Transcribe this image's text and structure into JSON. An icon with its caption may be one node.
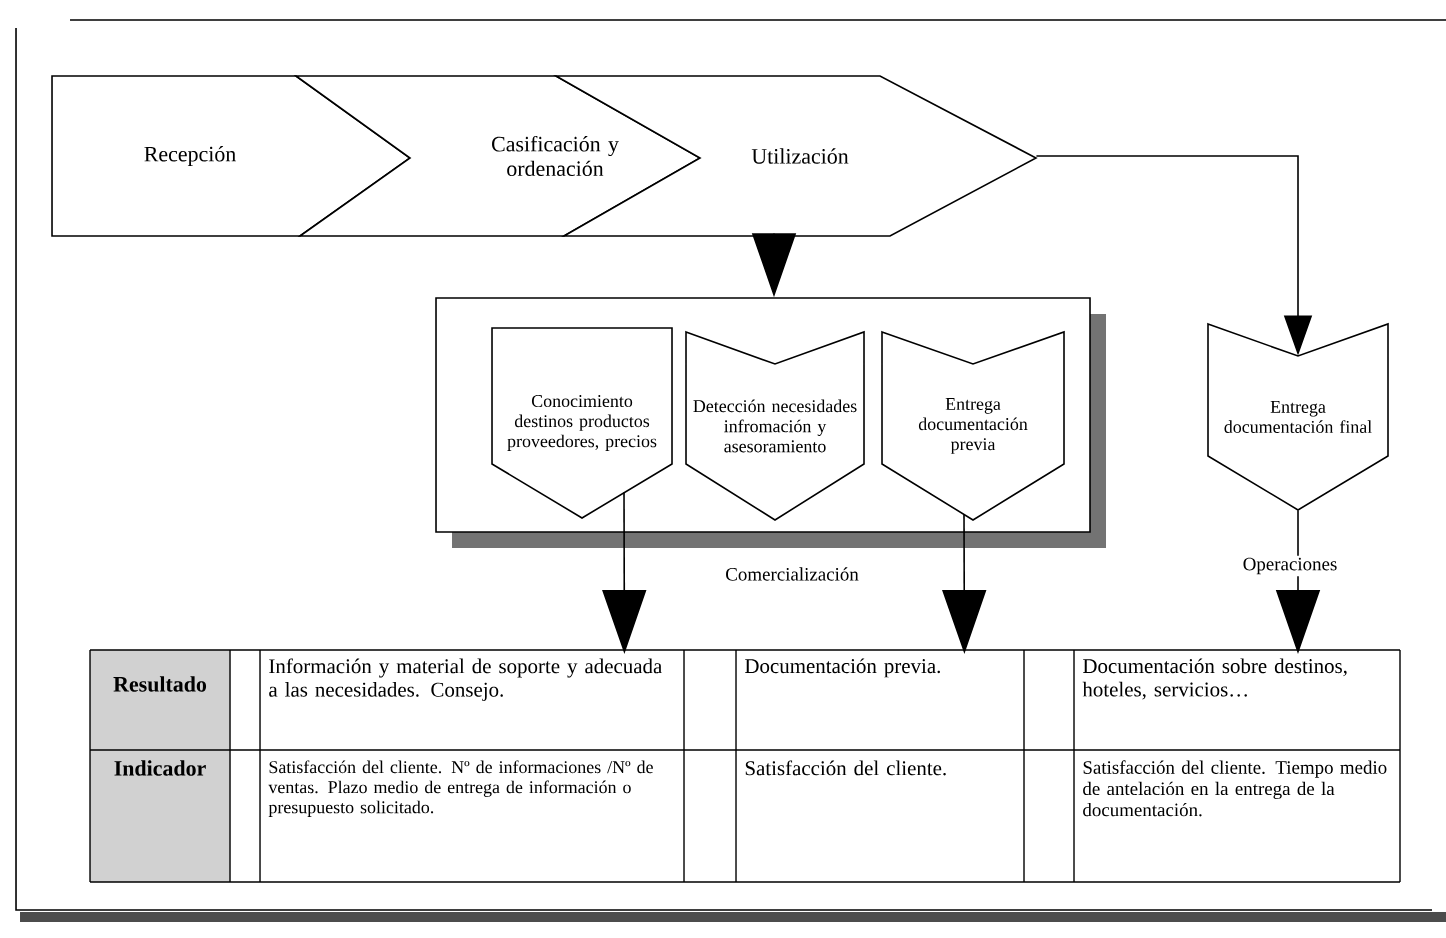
{
  "diagram": {
    "nodes": [
      {
        "text": [
          "Recepción"
        ]
      },
      {
        "text": [
          "Casificación y ordenación"
        ]
      },
      {
        "text": [
          "Utilización"
        ]
      },
      {
        "text": [],
        "shape": "box",
        "beside": [
          "Comercialización"
        ]
      },
      {
        "text": [
          "Conocimiento destinos productos proveedores, precios"
        ],
        "in": 3
      },
      {
        "text": [
          "Detección necesidades infromación y asesoramiento"
        ],
        "in": 3
      },
      {
        "text": [
          "Entrega documentación previa"
        ],
        "in": 3
      },
      {
        "text": [
          "Entrega documentación final"
        ],
        "beside": [
          "Operaciones"
        ]
      },
      {
        "text": [
          "Información y material de soporte y adecuada a las necesidades. Consejo."
        ]
      },
      {
        "text": [
          "Documentación previa."
        ]
      },
      {
        "text": [
          "Documentación sobre destinos, hoteles, servicios…"
        ]
      }
    ],
    "edges": [
      {
        "from": 2,
        "to": 3,
        "arrow": "to"
      },
      {
        "from": 2,
        "to": 7,
        "arrow": "to"
      },
      {
        "from": 4,
        "to": 8,
        "arrow": "to"
      },
      {
        "from": 6,
        "to": 9,
        "arrow": "to"
      },
      {
        "from": 7,
        "to": 10,
        "arrow": "to"
      }
    ],
    "labels": [
      "Resultado",
      "Indicador",
      "Satisfacción del cliente. Nº de informaciones /Nº de ventas. Plazo medio de entrega de información o presupuesto solicitado.",
      "Satisfacción del cliente.",
      "Satisfacción del cliente. Tiempo medio de antelación en la entrega de la documentación."
    ]
  }
}
